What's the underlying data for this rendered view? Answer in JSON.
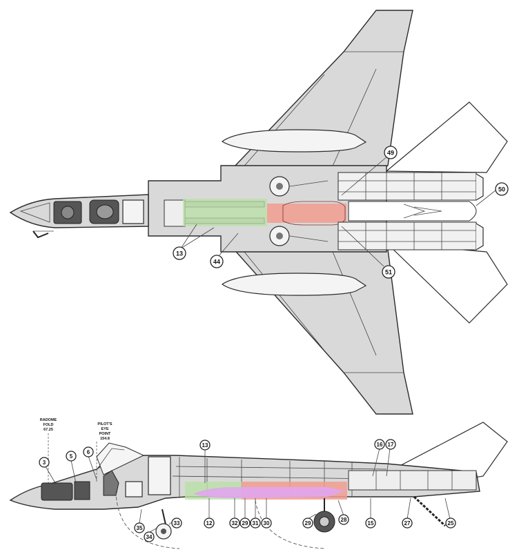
{
  "top_view": {
    "callouts": [
      "13",
      "44",
      "49",
      "50",
      "51"
    ],
    "highlight_colors": {
      "green": "#b9e0a5",
      "red": "#f19c8f"
    }
  },
  "side_view": {
    "radome_fold": {
      "line1": "RADOME",
      "line2": "FOLD",
      "line3": "67.25"
    },
    "pilot_eye": {
      "line1": "PILOT'S",
      "line2": "EYE",
      "line3": "POINT",
      "line4": "154.8"
    },
    "callouts": [
      "3",
      "5",
      "6",
      "13",
      "16",
      "17",
      "12",
      "32",
      "29",
      "31",
      "30",
      "29",
      "28",
      "15",
      "27",
      "25",
      "35",
      "34",
      "33"
    ],
    "highlight_colors": {
      "green": "#b9e0a5",
      "red": "#f19c8f",
      "purple": "#e0a6f0"
    }
  }
}
